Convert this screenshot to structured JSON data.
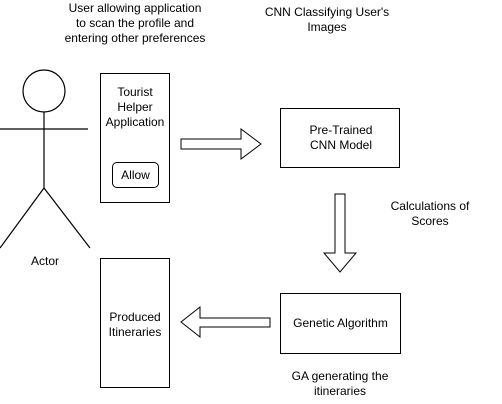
{
  "labels": {
    "top_caption": "User allowing application to scan the profile and entering other preferences",
    "cnn_caption": "CNN Classifying User's Images",
    "scores_caption": "Calculations of Scores",
    "ga_caption": "GA generating the itineraries",
    "actor": "Actor"
  },
  "boxes": {
    "app": "Tourist Helper Application",
    "app_button": "Allow",
    "cnn": "Pre-Trained CNN Model",
    "ga": "Genetic Algorithm",
    "output": "Produced Itineraries"
  },
  "colors": {
    "stroke": "#000000",
    "fill": "#ffffff",
    "text": "#000000"
  }
}
